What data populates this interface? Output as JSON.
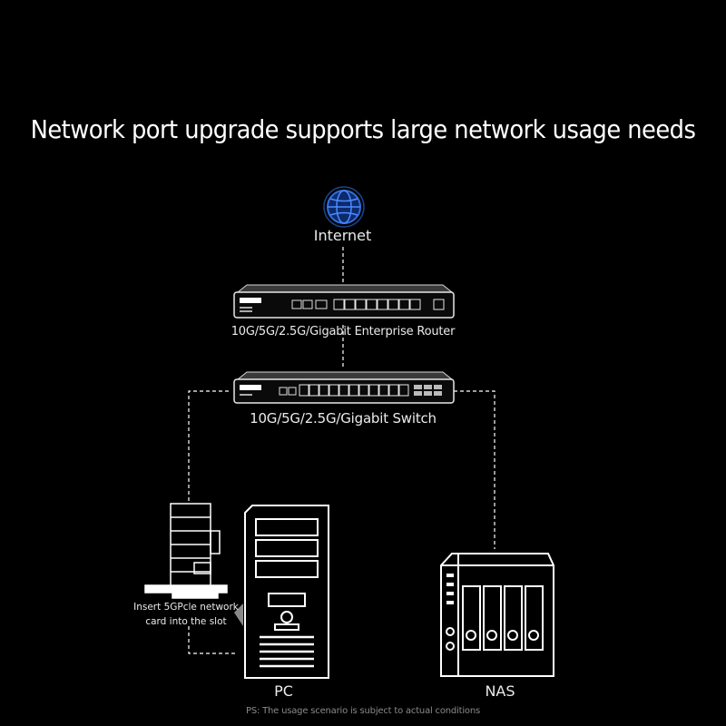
{
  "title": "Network port upgrade supports large network usage needs",
  "nodes": {
    "internet": "Internet",
    "router": "10G/5G/2.5G/Gigabit Enterprise Router",
    "switch": "10G/5G/2.5G/Gigabit Switch",
    "network_card": "Insert 5GPcle network card into the slot",
    "pc": "PC",
    "nas": "NAS"
  },
  "footnote": "PS: The usage scenario is subject to actual conditions",
  "icons": {
    "internet": "globe-icon",
    "router": "router-icon",
    "switch": "switch-icon",
    "network_card": "network-card-icon",
    "pc": "pc-tower-icon",
    "nas": "nas-icon"
  },
  "colors": {
    "background": "#000000",
    "globe_accent": "#2f6fe0",
    "lines": "#ffffff"
  }
}
